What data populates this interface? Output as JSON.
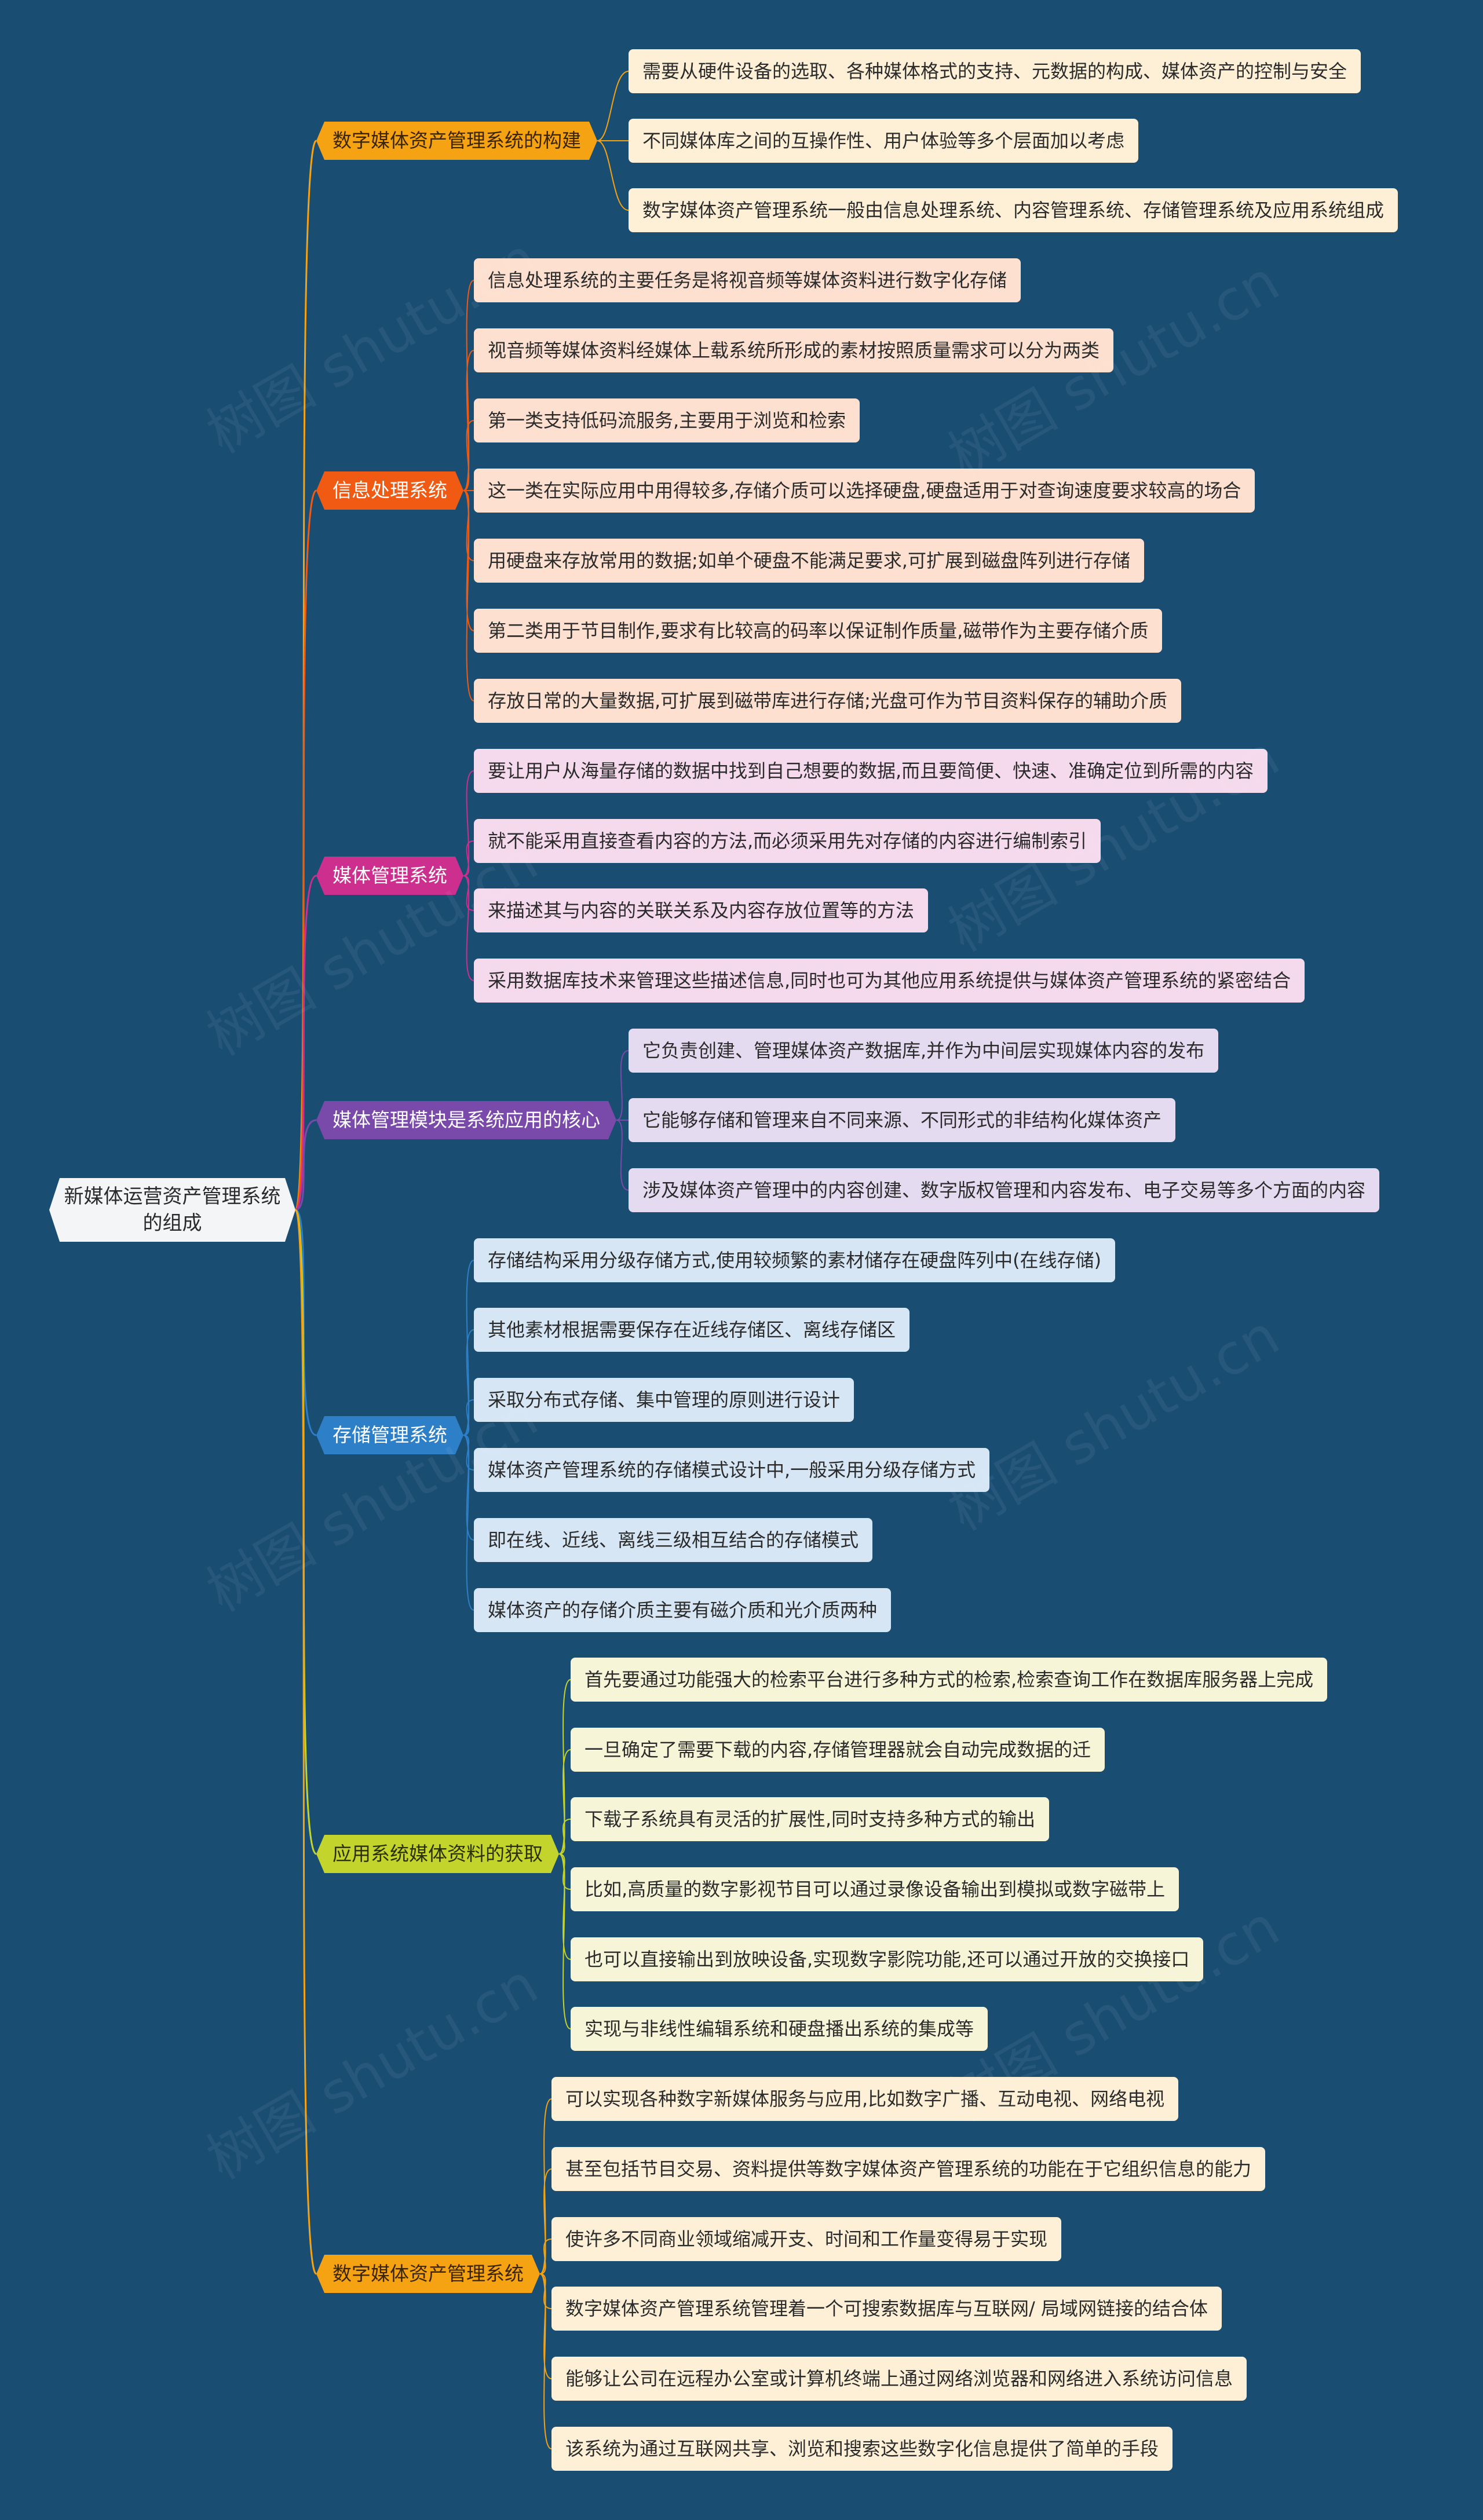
{
  "root": {
    "line1": "新媒体运营资产管理系统",
    "line2": "的组成"
  },
  "watermark": "树图 shutu.cn",
  "branches": [
    {
      "label": "数字媒体资产管理系统的构建",
      "branch_color": "#f5a213",
      "text_color": "#3a2500",
      "leaf_color": "#fdf0d6",
      "items": [
        "需要从硬件设备的选取、各种媒体格式的支持、元数据的构成、媒体资产的控制与安全",
        "不同媒体库之间的互操作性、用户体验等多个层面加以考虑",
        "数字媒体资产管理系统一般由信息处理系统、内容管理系统、存储管理系统及应用系统组成"
      ]
    },
    {
      "label": "信息处理系统",
      "branch_color": "#f15a13",
      "text_color": "#ffffff",
      "leaf_color": "#fde0cf",
      "items": [
        "信息处理系统的主要任务是将视音频等媒体资料进行数字化存储",
        "视音频等媒体资料经媒体上载系统所形成的素材按照质量需求可以分为两类",
        "第一类支持低码流服务,主要用于浏览和检索",
        "这一类在实际应用中用得较多,存储介质可以选择硬盘,硬盘适用于对查询速度要求较高的场合",
        "用硬盘来存放常用的数据;如单个硬盘不能满足要求,可扩展到磁盘阵列进行存储",
        "第二类用于节目制作,要求有比较高的码率以保证制作质量,磁带作为主要存储介质",
        "存放日常的大量数据,可扩展到磁带库进行存储;光盘可作为节目资料保存的辅助介质"
      ]
    },
    {
      "label": "媒体管理系统",
      "branch_color": "#cc2f8e",
      "text_color": "#ffffff",
      "leaf_color": "#f5d9ec",
      "items": [
        "要让用户从海量存储的数据中找到自己想要的数据,而且要简便、快速、准确定位到所需的内容",
        "就不能采用直接查看内容的方法,而必须采用先对存储的内容进行编制索引",
        "来描述其与内容的关联关系及内容存放位置等的方法",
        "采用数据库技术来管理这些描述信息,同时也可为其他应用系统提供与媒体资产管理系统的紧密结合"
      ]
    },
    {
      "label": "媒体管理模块是系统应用的核心",
      "branch_color": "#7a4aaa",
      "text_color": "#ffffff",
      "leaf_color": "#e4dbf0",
      "items": [
        "它负责创建、管理媒体资产数据库,并作为中间层实现媒体内容的发布",
        "它能够存储和管理来自不同来源、不同形式的非结构化媒体资产",
        "涉及媒体资产管理中的内容创建、数字版权管理和内容发布、电子交易等多个方面的内容"
      ]
    },
    {
      "label": "存储管理系统",
      "branch_color": "#2d7fc8",
      "text_color": "#ffffff",
      "leaf_color": "#d6e6f5",
      "items": [
        "存储结构采用分级存储方式,使用较频繁的素材储存在硬盘阵列中(在线存储)",
        "其他素材根据需要保存在近线存储区、离线存储区",
        "采取分布式存储、集中管理的原则进行设计",
        "媒体资产管理系统的存储模式设计中,一般采用分级存储方式",
        "即在线、近线、离线三级相互结合的存储模式",
        "媒体资产的存储介质主要有磁介质和光介质两种"
      ]
    },
    {
      "label": "应用系统媒体资料的获取",
      "branch_color": "#c3d42c",
      "text_color": "#2b3000",
      "leaf_color": "#f6f5d7",
      "items": [
        "首先要通过功能强大的检索平台进行多种方式的检索,检索查询工作在数据库服务器上完成",
        "一旦确定了需要下载的内容,存储管理器就会自动完成数据的迁",
        "下载子系统具有灵活的扩展性,同时支持多种方式的输出",
        "比如,高质量的数字影视节目可以通过录像设备输出到模拟或数字磁带上",
        "也可以直接输出到放映设备,实现数字影院功能,还可以通过开放的交换接口",
        "实现与非线性编辑系统和硬盘播出系统的集成等"
      ]
    },
    {
      "label": "数字媒体资产管理系统",
      "branch_color": "#f5a213",
      "text_color": "#3a2500",
      "leaf_color": "#fdf0d6",
      "items": [
        "可以实现各种数字新媒体服务与应用,比如数字广播、互动电视、网络电视",
        "甚至包括节目交易、资料提供等数字媒体资产管理系统的功能在于它组织信息的能力",
        "使许多不同商业领域缩减开支、时间和工作量变得易于实现",
        "数字媒体资产管理系统管理着一个可搜索数据库与互联网/ 局域网链接的结合体",
        "能够让公司在远程办公室或计算机终端上通过网络浏览器和网络进入系统访问信息",
        "该系统为通过互联网共享、浏览和搜索这些数字化信息提供了简单的手段"
      ]
    }
  ]
}
